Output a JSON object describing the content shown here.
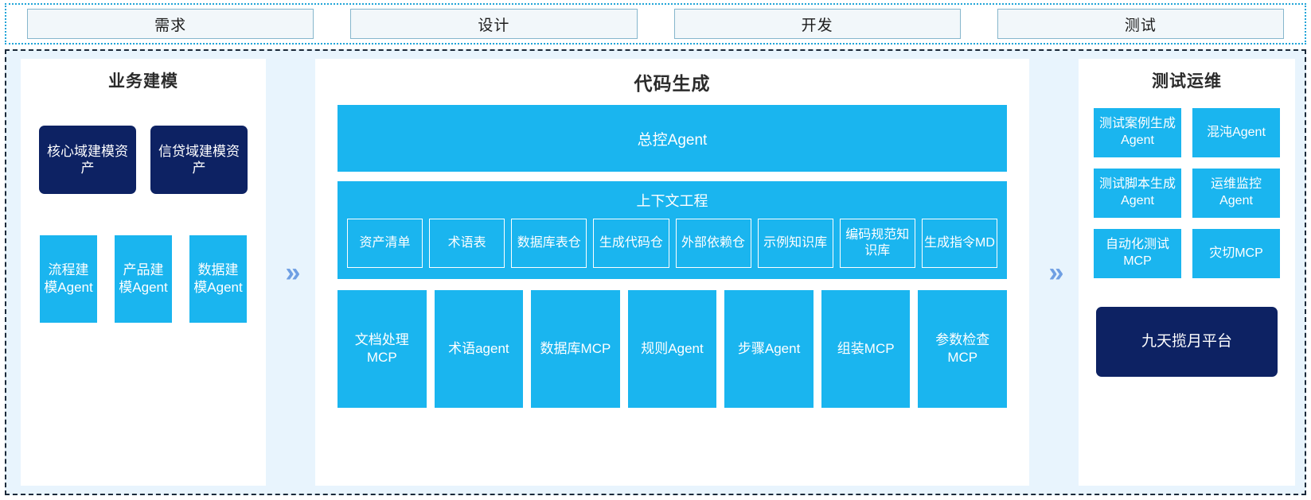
{
  "stages": {
    "items": [
      {
        "label": "需求"
      },
      {
        "label": "设计"
      },
      {
        "label": "开发"
      },
      {
        "label": "测试"
      }
    ]
  },
  "arrows": {
    "glyph": "》",
    "symbol": "»"
  },
  "colors": {
    "navy": "#0d2263",
    "cyan": "#1ab5ef",
    "arrow_blue": "#6f9fe3",
    "panel_bg": "#ffffff",
    "canvas_bg": "#e8f4fd",
    "stage_box_bg": "#f2f7fa",
    "stage_box_border": "#86b6cc",
    "strip_border": "#21a5d8",
    "main_border": "#1b2a3a"
  },
  "panels": {
    "left": {
      "title": "业务建模",
      "assets": [
        {
          "label": "核心域建模资产"
        },
        {
          "label": "信贷域建模资产"
        }
      ],
      "agents": [
        {
          "label": "流程建模Agent"
        },
        {
          "label": "产品建模Agent"
        },
        {
          "label": "数据建模Agent"
        }
      ]
    },
    "mid": {
      "title": "代码生成",
      "banner": {
        "label": "总控Agent"
      },
      "context": {
        "title": "上下文工程",
        "items": [
          {
            "label": "资产清单"
          },
          {
            "label": "术语表"
          },
          {
            "label": "数据库表仓"
          },
          {
            "label": "生成代码仓"
          },
          {
            "label": "外部依赖仓"
          },
          {
            "label": "示例知识库"
          },
          {
            "label": "编码规范知识库"
          },
          {
            "label": "生成指令MD"
          }
        ]
      },
      "tools": [
        {
          "label": "文档处理MCP"
        },
        {
          "label": "术语agent"
        },
        {
          "label": "数据库MCP"
        },
        {
          "label": "规则Agent"
        },
        {
          "label": "步骤Agent"
        },
        {
          "label": "组装MCP"
        },
        {
          "label": "参数检查MCP"
        }
      ]
    },
    "right": {
      "title": "测试运维",
      "items": [
        {
          "label": "测试案例生成Agent"
        },
        {
          "label": "混沌Agent"
        },
        {
          "label": "测试脚本生成Agent"
        },
        {
          "label": "运维监控Agent"
        },
        {
          "label": "自动化测试MCP"
        },
        {
          "label": "灾切MCP"
        }
      ],
      "platform": {
        "label": "九天揽月平台"
      }
    }
  }
}
